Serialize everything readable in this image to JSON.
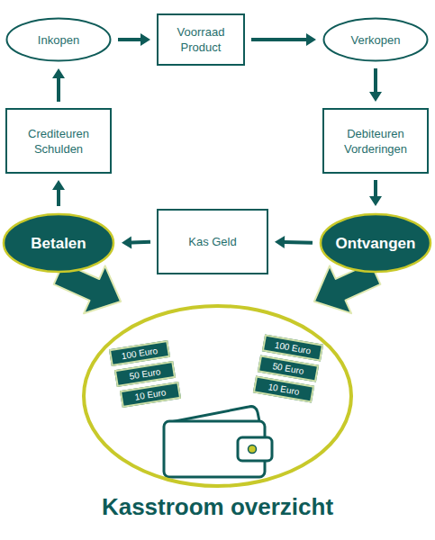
{
  "diagram": {
    "nodes": [
      {
        "text": [
          "Inkopen"
        ]
      },
      {
        "text": [
          "Voorraad Product"
        ]
      },
      {
        "text": [
          "Verkopen"
        ]
      },
      {
        "text": [
          "Crediteuren Schulden"
        ]
      },
      {
        "text": [
          "Debiteuren Vorderingen"
        ]
      },
      {
        "text": [
          "Betalen"
        ]
      },
      {
        "text": [
          "Kas Geld"
        ]
      },
      {
        "text": [
          "Ontvangen"
        ]
      },
      {
        "text": [
          "Kasstroom overzicht"
        ]
      }
    ],
    "edges": [
      {
        "from": 0,
        "to": 1,
        "arrow": "to"
      },
      {
        "from": 1,
        "to": 2,
        "arrow": "to"
      },
      {
        "from": 2,
        "to": 4,
        "arrow": "to"
      },
      {
        "from": 4,
        "to": 7,
        "arrow": "to"
      },
      {
        "from": 7,
        "to": 6,
        "arrow": "to"
      },
      {
        "from": 6,
        "to": 5,
        "arrow": "to"
      },
      {
        "from": 5,
        "to": 3,
        "arrow": "to"
      },
      {
        "from": 3,
        "to": 0,
        "arrow": "to"
      },
      {
        "from": 5,
        "to": 8,
        "arrow": "to"
      },
      {
        "from": 7,
        "to": 8,
        "arrow": "to"
      }
    ],
    "labels": [
      "100 Euro",
      "50 Euro",
      "10 Euro",
      "100 Euro",
      "50 Euro",
      "10 Euro"
    ]
  }
}
